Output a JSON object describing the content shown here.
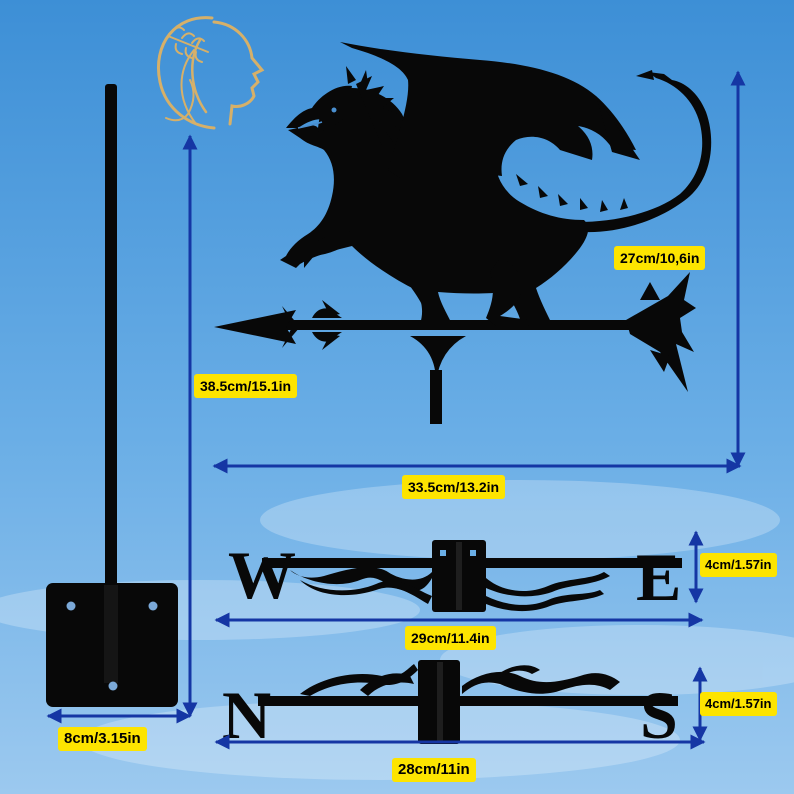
{
  "colors": {
    "sky_top": "#3d8fd6",
    "sky_bottom": "#9cc9ef",
    "silhouette": "#080808",
    "dimension_line": "#1536a4",
    "label_background": "#fde400",
    "logo_gold": "#d6b069"
  },
  "brand": {
    "logo_icon": "woman-profile-laurel-logo-icon"
  },
  "product": {
    "main_figure_icon": "dragon-on-arrow-weathervane-icon",
    "pole_icon": "mounting-pole-with-base-plate-icon"
  },
  "direction_bar_west_east": {
    "west_letter": "W",
    "east_letter": "E"
  },
  "direction_bar_north_south": {
    "north_letter": "N",
    "south_letter": "S"
  },
  "dimensions": {
    "figure_height": "27cm/10,6in",
    "figure_width": "33.5cm/13.2in",
    "total_height": "38.5cm/15.1in",
    "we_bar_height": "4cm/1.57in",
    "we_bar_width": "29cm/11.4in",
    "ns_bar_height": "4cm/1.57in",
    "ns_bar_width": "28cm/11in",
    "base_plate_width": "8cm/3.15in"
  }
}
